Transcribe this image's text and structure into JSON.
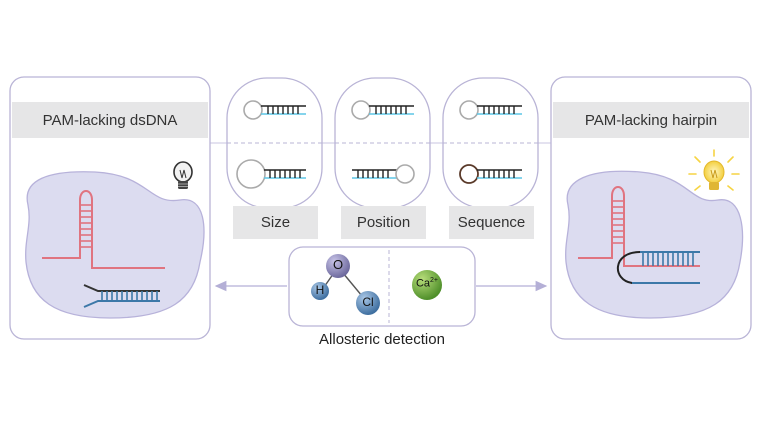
{
  "left_panel": {
    "label": "PAM-lacking dsDNA"
  },
  "right_panel": {
    "label": "PAM-lacking hairpin"
  },
  "variation_labels": [
    "Size",
    "Position",
    "Sequence"
  ],
  "allosteric": {
    "caption": "Allosteric detection",
    "atoms": {
      "h": "H",
      "o": "O",
      "cl": "Cl"
    },
    "ion": {
      "symbol": "Ca",
      "charge": "2+"
    }
  },
  "icons": {
    "left": "bulb-off-icon",
    "right": "bulb-on-icon"
  },
  "colors": {
    "panel_border": "#b9b4d6",
    "protein_fill": "#dcdcf0",
    "protein_stroke": "#b7b2da",
    "rna": "#e07480",
    "dna_blue": "#3c78a8",
    "cyan": "#5dc6e6",
    "bulb_glow": "#f6d443",
    "arrow": "#b4afd6"
  }
}
